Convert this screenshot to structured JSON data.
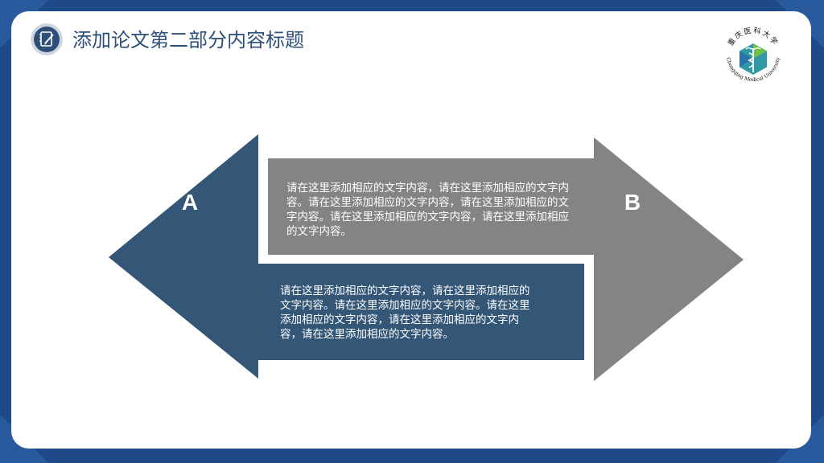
{
  "slide": {
    "title": "添加论文第二部分内容标题",
    "colors": {
      "frame": "#1f4a8a",
      "arrow_a": "#345677",
      "arrow_b": "#848484",
      "card": "#ffffff"
    },
    "icons": {
      "title_icon": "notebook-pencil-icon",
      "logo": "chongqing-medical-university-logo"
    }
  },
  "logo": {
    "text_top": "重庆医科大学",
    "text_bottom": "Chongqing Medical University"
  },
  "diagram": {
    "arrow_a": {
      "label": "A",
      "text": "请在这里添加相应的文字内容，请在这里添加相应的文字内容。请在这里添加相应的文字内容。请在这里添加相应的文字内容，请在这里添加相应的文字内容，请在这里添加相应的文字内容。"
    },
    "arrow_b": {
      "label": "B",
      "text": "请在这里添加相应的文字内容，请在这里添加相应的文字内容。请在这里添加相应的文字内容，请在这里添加相应的文字内容。请在这里添加相应的文字内容，请在这里添加相应的文字内容。"
    }
  }
}
